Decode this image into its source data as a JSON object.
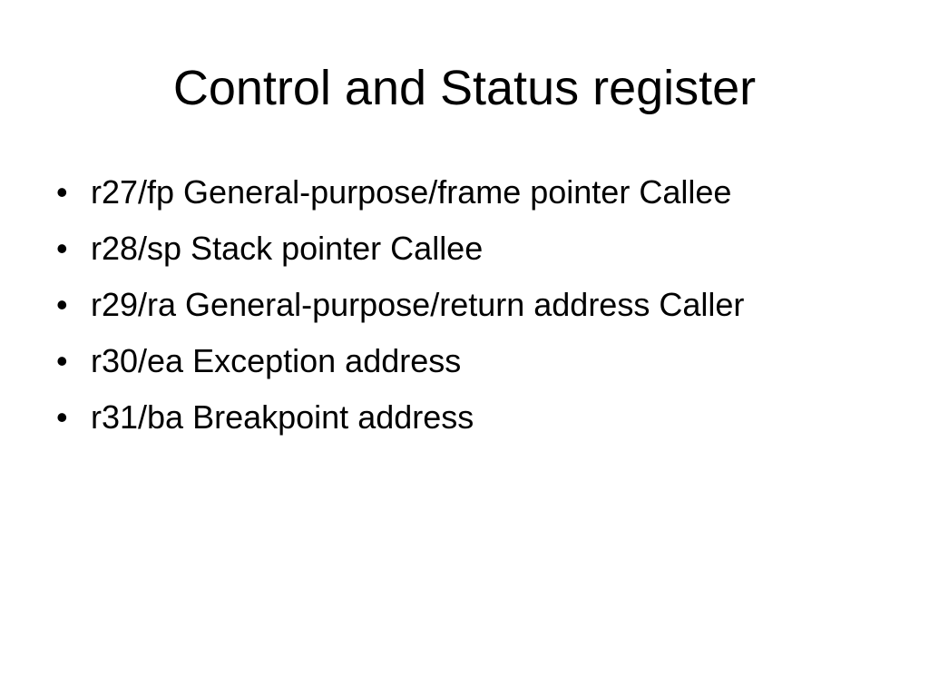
{
  "slide": {
    "title": "Control and Status register",
    "bullet_glyph": "•",
    "bullets": [
      {
        "text": "r27/fp General-purpose/frame pointer Callee"
      },
      {
        "text": "r28/sp Stack pointer Callee"
      },
      {
        "text": "r29/ra General-purpose/return address Caller"
      },
      {
        "text": "r30/ea Exception address"
      },
      {
        "text": "r31/ba Breakpoint address"
      }
    ]
  }
}
